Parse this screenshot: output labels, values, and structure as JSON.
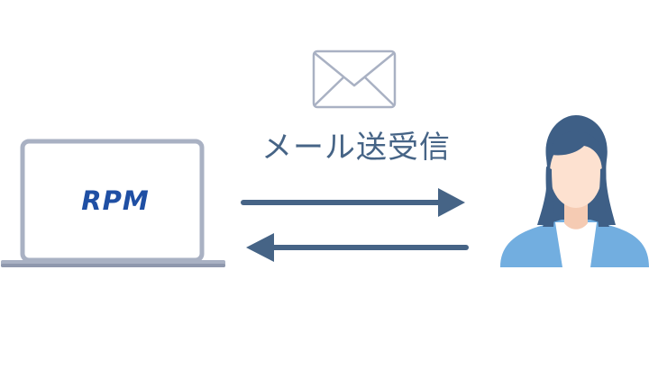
{
  "caption": "メール送受信",
  "laptop": {
    "logo_text": "RPM"
  },
  "arrows": {
    "send": "right",
    "receive": "left"
  },
  "icons": {
    "mail": "envelope-icon",
    "computer": "laptop-icon",
    "person": "person-icon"
  },
  "colors": {
    "arrow": "#466486",
    "caption_text": "#466486",
    "logo": "#1f4fa4",
    "laptop_frame": "#a9b1c3",
    "envelope_stroke": "#a9b1c3",
    "hair": "#3e5f86",
    "shirt": "#72aee0",
    "skin": "#fde1d0"
  }
}
